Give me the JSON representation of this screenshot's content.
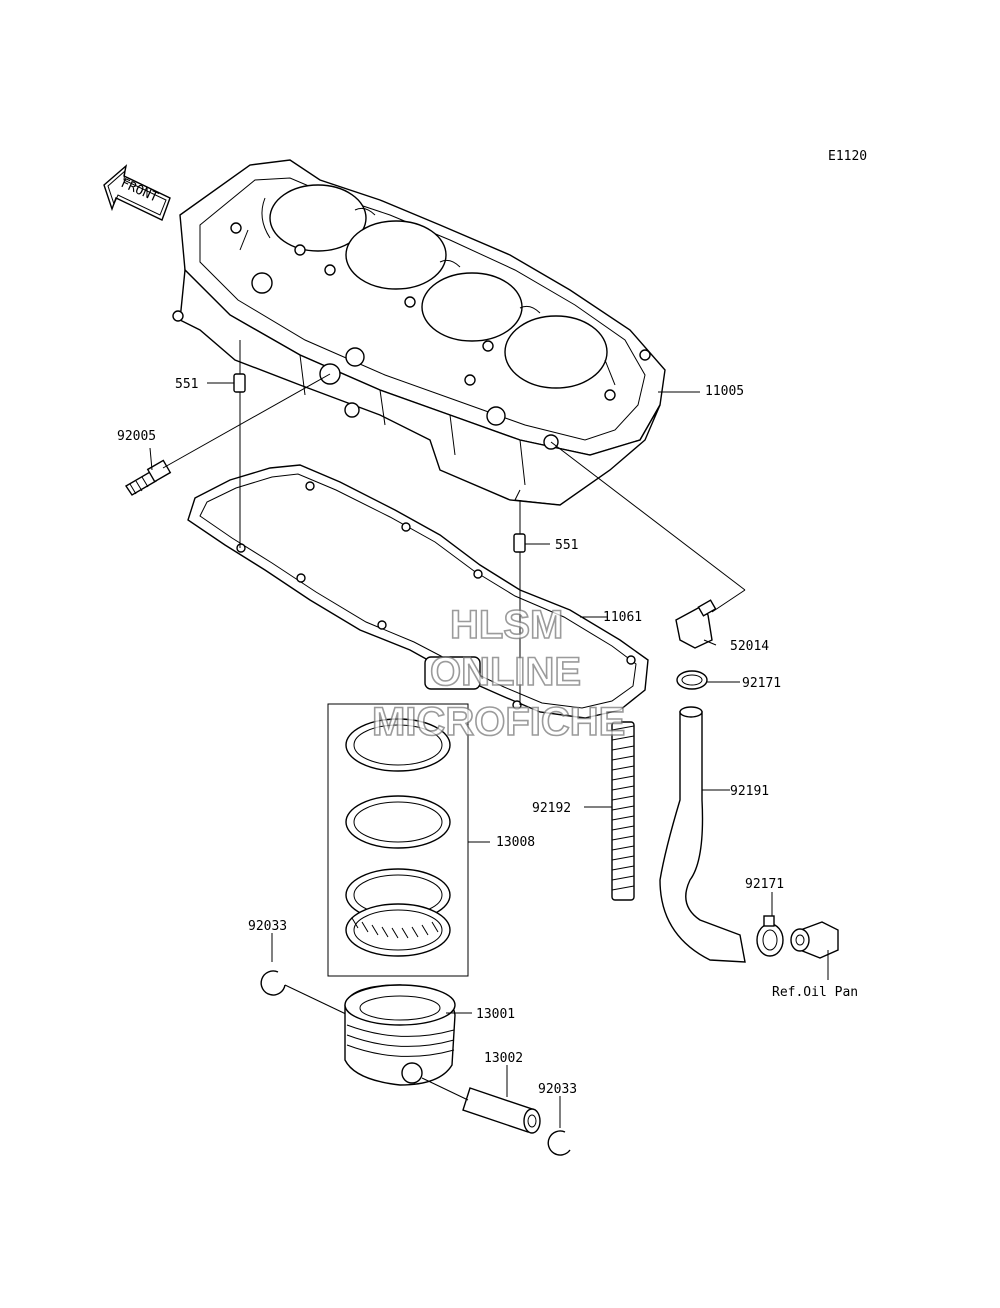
{
  "diagram_code": "E1120",
  "front_label": "FRONT",
  "watermark": {
    "line1": "HLSM",
    "line2": "ONLINE",
    "line3": "MICROFICHE"
  },
  "part_labels": {
    "cylinder": "11005",
    "dowel_left": "551",
    "dowel_right": "551",
    "plug": "92005",
    "gasket": "11061",
    "elbow": "52014",
    "clamp_top": "92171",
    "hose": "92191",
    "stud": "92192",
    "ring_set": "13008",
    "clamp_bottom": "92171",
    "circlip_left": "92033",
    "piston": "13001",
    "piston_pin": "13002",
    "circlip_right": "92033",
    "ref_oil_pan": "Ref.Oil Pan"
  }
}
